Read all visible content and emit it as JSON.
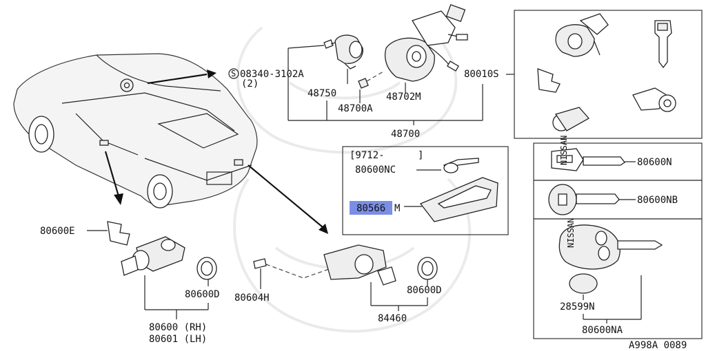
{
  "diagram": {
    "labels": {
      "bolt_ref": "08340-3102A",
      "bolt_qty": "(2)",
      "bolt_circle": "S",
      "p48750": "48750",
      "p48702m": "48702M",
      "p48700a": "48700A",
      "p48700": "48700",
      "p80010s": "80010S",
      "date_code_open": "[9712-",
      "date_code_close": "]",
      "p80600nc": "80600NC",
      "p80566m_a": "80566",
      "p80566m_b": "M",
      "p80600e": "80600E",
      "p80600d_left": "80600D",
      "p80600_rh": "80600 (RH)",
      "p80601_lh": "80601 (LH)",
      "p80604h": "80604H",
      "p80600d_right": "80600D",
      "p84460": "84460",
      "p80600n": "80600N",
      "p80600nb": "80600NB",
      "p28599n": "28599N",
      "p80600na": "80600NA",
      "key_text_nissan": "NISSAN",
      "figure_id": "A998A 0089"
    },
    "highlight_color": "#7b8ee6"
  }
}
